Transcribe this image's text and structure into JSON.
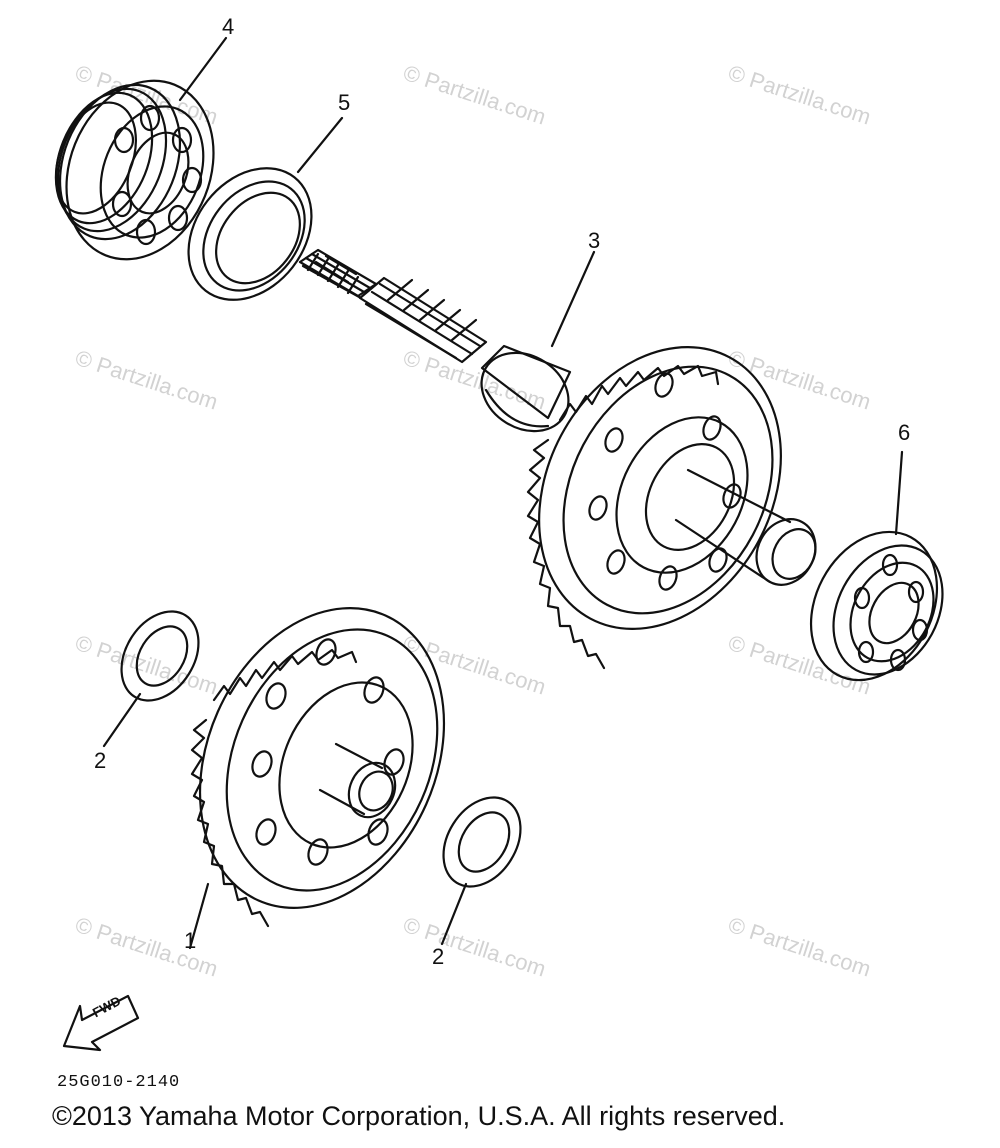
{
  "watermark": "© Partzilla.com",
  "callouts": {
    "c1": "1",
    "c2a": "2",
    "c2b": "2",
    "c3": "3",
    "c4": "4",
    "c5": "5",
    "c6": "6"
  },
  "direction_label": "FWD",
  "diagram_code": "25G010-2140",
  "copyright": "©2013 Yamaha Motor Corporation, U.S.A. All rights reserved."
}
